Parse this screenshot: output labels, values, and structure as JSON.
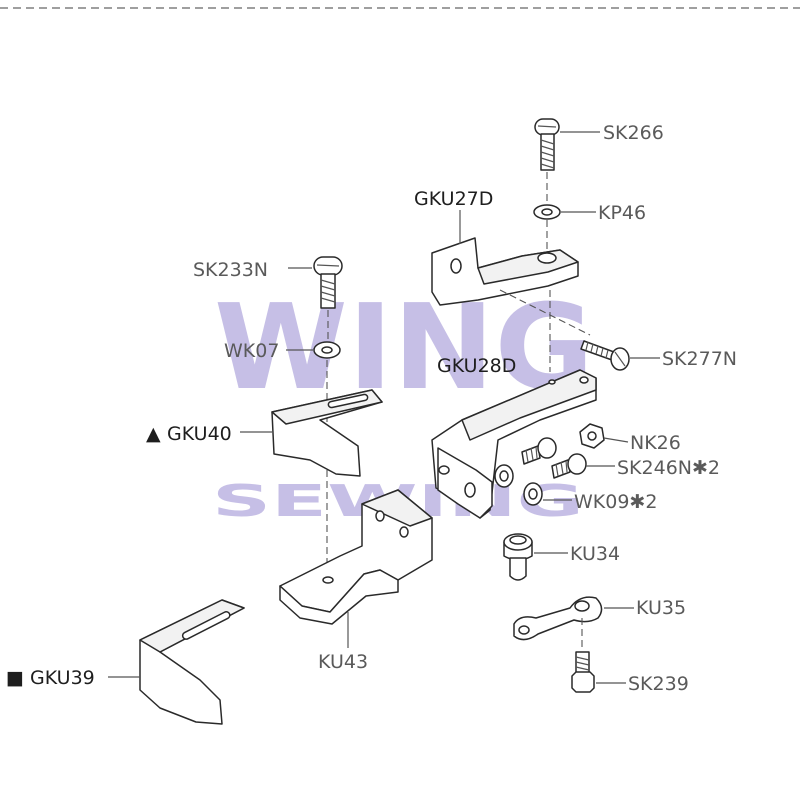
{
  "watermark": {
    "line1": "WING",
    "line2": "SEWING",
    "color": "#b3a9de"
  },
  "parts": {
    "sk266": "SK266",
    "kp46": "KP46",
    "gku27d": "GKU27D",
    "sk233n": "SK233N",
    "wk07": "WK07",
    "sk277n": "SK277N",
    "gku28d": "GKU28D",
    "gku40": "GKU40",
    "gku40_marker": "▲",
    "nk26": "NK26",
    "sk246n": "SK246N✱2",
    "wk09": "WK09✱2",
    "ku34": "KU34",
    "ku43": "KU43",
    "ku35": "KU35",
    "gku39": "GKU39",
    "gku39_marker": "■",
    "sk239": "SK239"
  }
}
